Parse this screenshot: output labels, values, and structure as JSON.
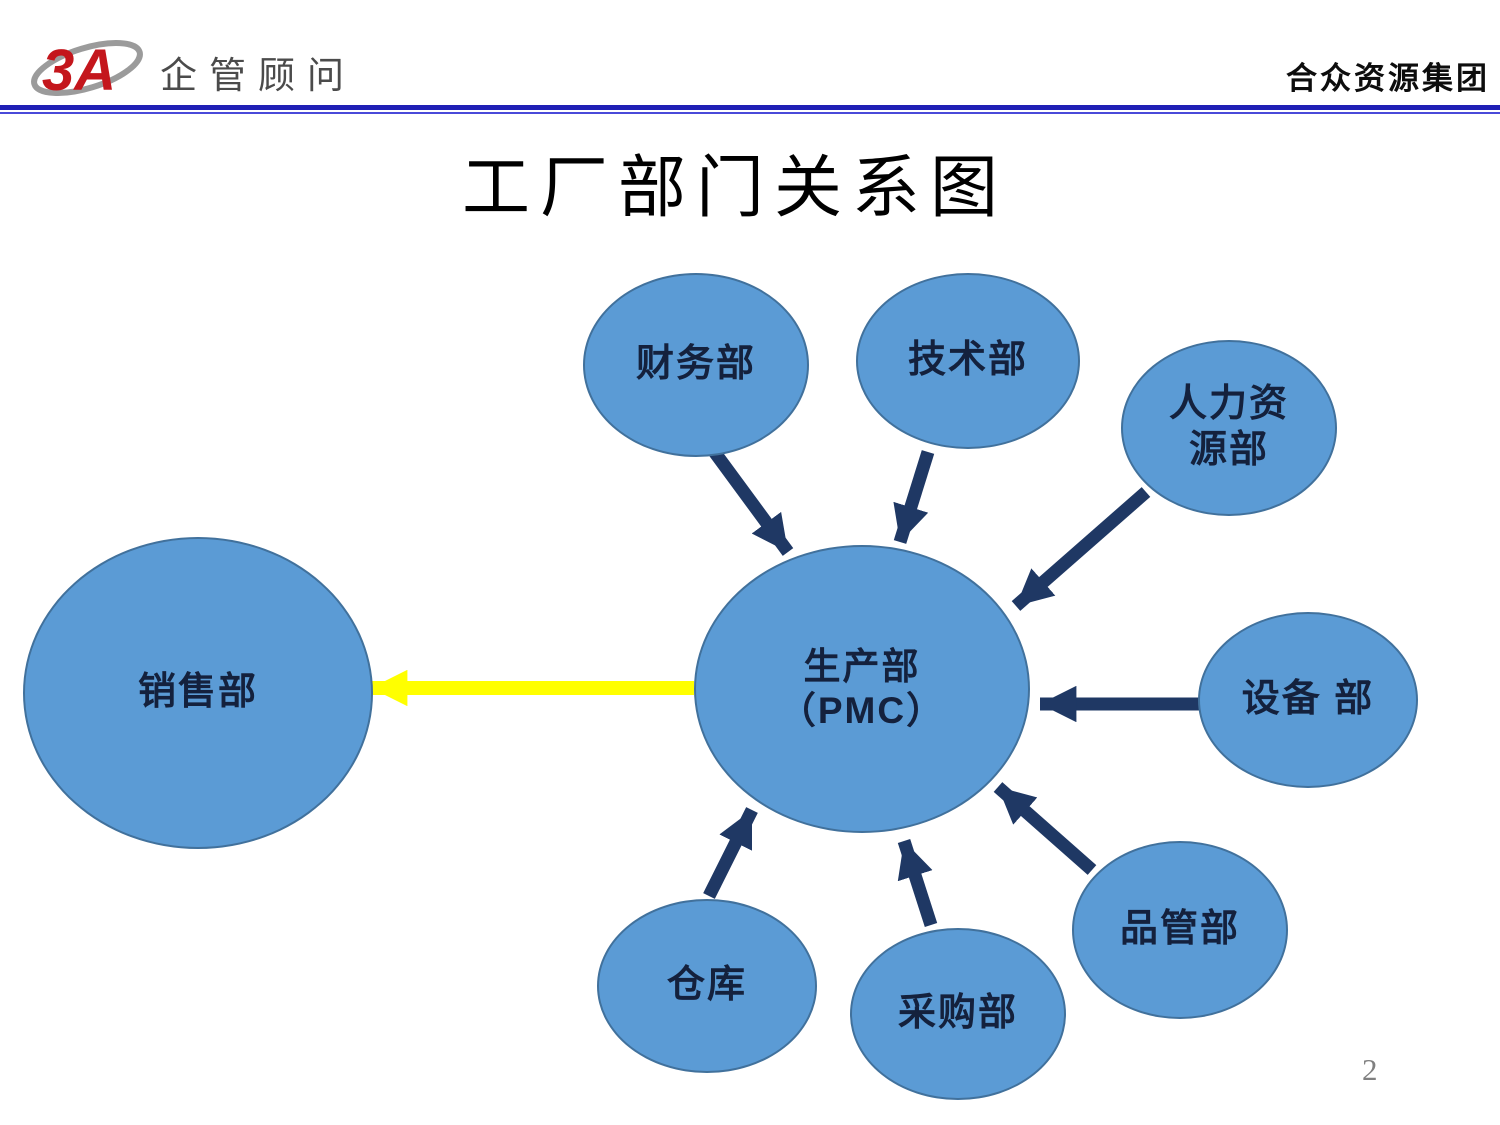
{
  "header": {
    "logo_mark": "3A",
    "logo_text": "企管顾问",
    "company": "合众资源集团"
  },
  "title": "工厂部门关系图",
  "page_number": "2",
  "colors": {
    "node_fill": "#5B9BD5",
    "node_border": "#41719C",
    "node_text": "#14213D",
    "arrow_navy": "#1F3864",
    "arrow_yellow": "#FFFF00",
    "header_line_dark": "#1F1FB5",
    "header_line_light": "#4A4AD9",
    "logo_red": "#C4161C",
    "logo_gray": "#9B9B9B"
  },
  "diagram": {
    "nodes": {
      "production": {
        "line1": "生产部",
        "line2": "（PMC）"
      },
      "sales": {
        "label": "销售部"
      },
      "finance": {
        "label": "财务部"
      },
      "tech": {
        "label": "技术部"
      },
      "hr": {
        "line1": "人力资",
        "line2": "源部"
      },
      "equipment": {
        "label": "设备 部"
      },
      "quality": {
        "label": "品管部"
      },
      "purchasing": {
        "label": "采购部"
      },
      "warehouse": {
        "label": "仓库"
      }
    },
    "edges": [
      {
        "from": "财务部",
        "to": "生产部（PMC）",
        "color": "navy"
      },
      {
        "from": "技术部",
        "to": "生产部（PMC）",
        "color": "navy"
      },
      {
        "from": "人力资源部",
        "to": "生产部（PMC）",
        "color": "navy"
      },
      {
        "from": "设备 部",
        "to": "生产部（PMC）",
        "color": "navy"
      },
      {
        "from": "品管部",
        "to": "生产部（PMC）",
        "color": "navy"
      },
      {
        "from": "采购部",
        "to": "生产部（PMC）",
        "color": "navy"
      },
      {
        "from": "仓库",
        "to": "生产部（PMC）",
        "color": "navy"
      },
      {
        "from": "生产部（PMC）",
        "to": "销售部",
        "color": "yellow"
      }
    ]
  }
}
